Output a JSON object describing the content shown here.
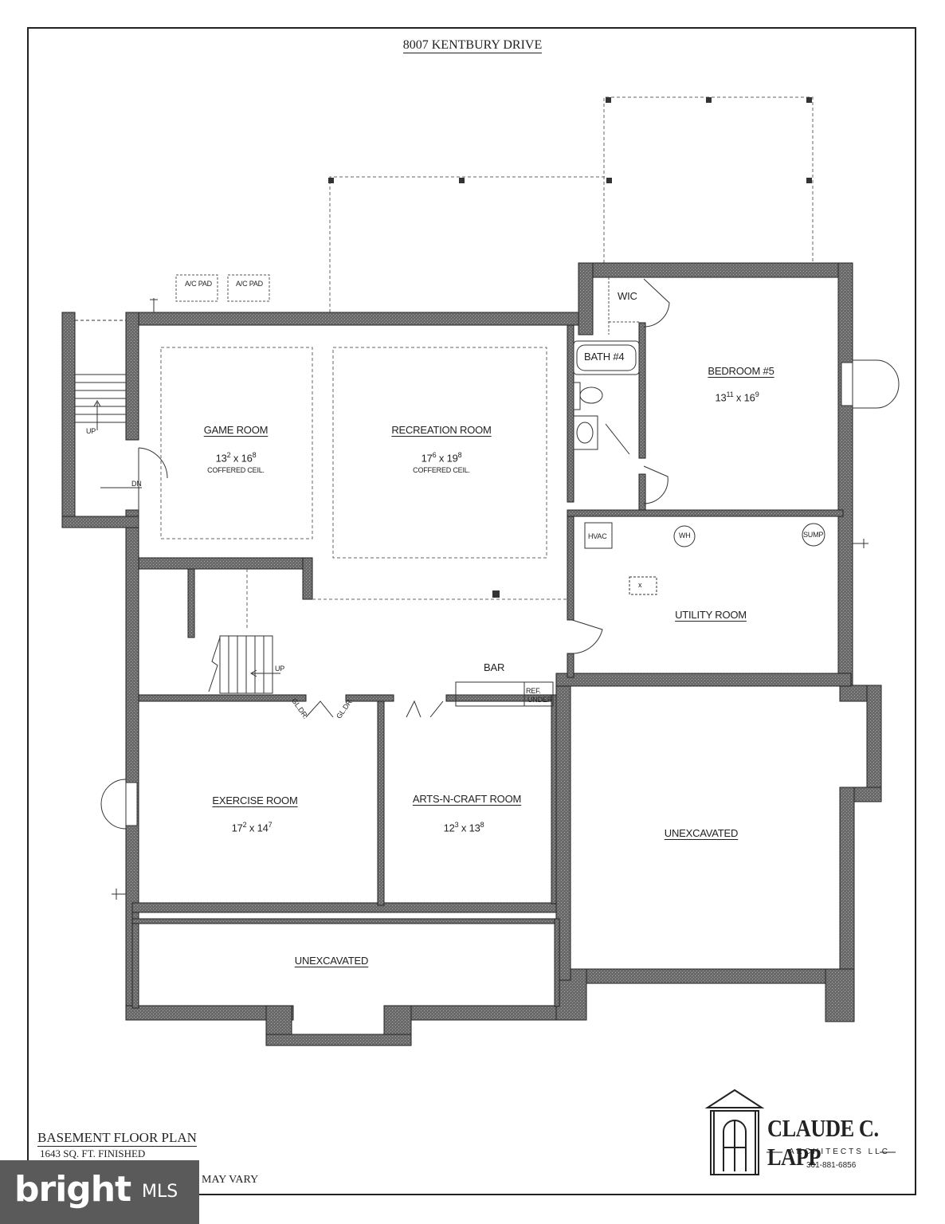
{
  "title": "8007 KENTBURY DRIVE",
  "rooms": {
    "game_room": {
      "name": "GAME ROOM",
      "dims": "13 x 16",
      "dim_a": "13",
      "dim_a_sup": "2",
      "dim_b": "16",
      "dim_b_sup": "8",
      "note": "COFFERED CEIL."
    },
    "recreation_room": {
      "name": "RECREATION ROOM",
      "dims": "17 x 19",
      "dim_a": "17",
      "dim_a_sup": "6",
      "dim_b": "19",
      "dim_b_sup": "8",
      "note": "COFFERED CEIL."
    },
    "bedroom5": {
      "name": "BEDROOM #5",
      "dim_a": "13",
      "dim_a_sup": "11",
      "dim_b": "16",
      "dim_b_sup": "9"
    },
    "bath4": {
      "name": "BATH #4"
    },
    "wic": {
      "name": "WIC"
    },
    "utility_room": {
      "name": "UTILITY ROOM"
    },
    "exercise_room": {
      "name": "EXERCISE ROOM",
      "dim_a": "17",
      "dim_a_sup": "2",
      "dim_b": "14",
      "dim_b_sup": "7"
    },
    "arts_room": {
      "name": "ARTS-N-CRAFT ROOM",
      "dim_a": "12",
      "dim_a_sup": "3",
      "dim_b": "13",
      "dim_b_sup": "8"
    },
    "unexcavated_right": {
      "name": "UNEXCAVATED"
    },
    "unexcavated_bottom": {
      "name": "UNEXCAVATED"
    },
    "bar": {
      "name": "BAR"
    }
  },
  "fixtures": {
    "ac_pad_1": "A/C PAD",
    "ac_pad_2": "A/C PAD",
    "hvac": "HVAC",
    "wh": "WH",
    "sump": "SUMP",
    "ref_under_1": "REF.",
    "ref_under_2": "UNDER",
    "gl_dr_1": "GL.DR.",
    "gl_dr_2": "GL.DR.",
    "x_sign": "x"
  },
  "stairs": {
    "up_exterior": "UP",
    "dn_exterior": "DN",
    "up_interior": "UP"
  },
  "footer": {
    "plan_name": "BASEMENT FLOOR PLAN",
    "area": "1643 SQ. FT. FINISHED",
    "note": "MAY VARY"
  },
  "firm": {
    "name": "CLAUDE C. LAPP",
    "subtitle": "ARCHITECTS LLC",
    "phone": "301-881-6856"
  },
  "watermark": {
    "brand": "bright",
    "suffix": "MLS"
  },
  "colors": {
    "wall": "#555555",
    "line": "#222222",
    "watermark_bg": "#5a5a5a"
  }
}
